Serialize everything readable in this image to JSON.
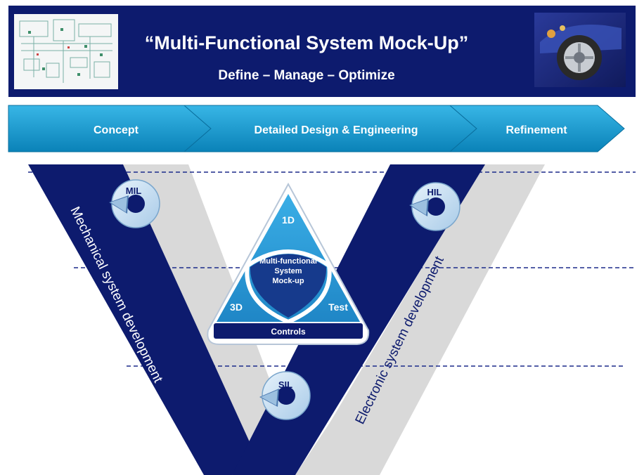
{
  "header": {
    "title": "“Multi-Functional System Mock-Up”",
    "subtitle": "Define – Manage – Optimize",
    "colors": {
      "background": "#0d1b6e",
      "text": "#ffffff"
    },
    "left_image": "system-schematic-thumbnail",
    "right_image": "vehicle-wheel-render"
  },
  "phases": [
    {
      "label": "Concept"
    },
    {
      "label": "Detailed Design & Engineering"
    },
    {
      "label": "Refinement"
    }
  ],
  "v_model": {
    "left_arm_label": "Mechanical system development",
    "right_arm_label": "Electronic system development",
    "loops": {
      "mil": "MIL",
      "hil": "HIL",
      "sil": "SIL"
    },
    "center": {
      "top": "1D",
      "left": "3D",
      "right": "Test",
      "core_line1": "Multi-functional",
      "core_line2": "System",
      "core_line3": "Mock-up",
      "base": "Controls"
    }
  },
  "colors": {
    "navy": "#0d1b6e",
    "arrow_blue": "#1596c8",
    "triangle_blue": "#2a9fd8",
    "shadow_gray": "#d9d9d9",
    "loop_light": "#c9e0f2",
    "dash": "#1b2a8a"
  }
}
